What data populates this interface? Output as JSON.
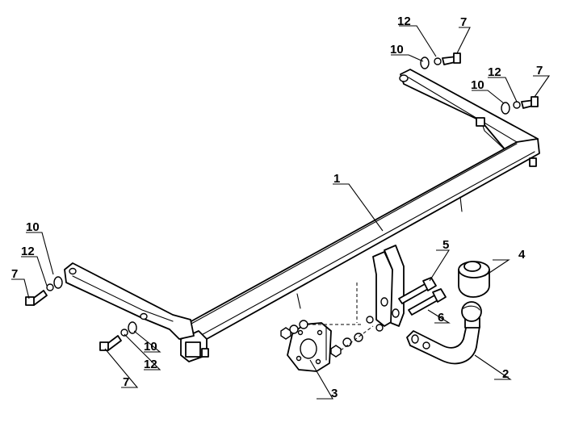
{
  "labels": {
    "top_right_upper": {
      "p12": "12",
      "p7": "7",
      "p10": "10"
    },
    "top_right_lower": {
      "p12": "12",
      "p7": "7",
      "p10": "10"
    },
    "left_upper": {
      "p10": "10",
      "p12": "12",
      "p7": "7"
    },
    "left_lower": {
      "p10": "10",
      "p12": "12",
      "p7": "7"
    },
    "crossbar": "1",
    "ball_neck": "2",
    "socket_plate": "3",
    "cap": "4",
    "bolt_upper": "5",
    "bolt_lower": "6"
  }
}
